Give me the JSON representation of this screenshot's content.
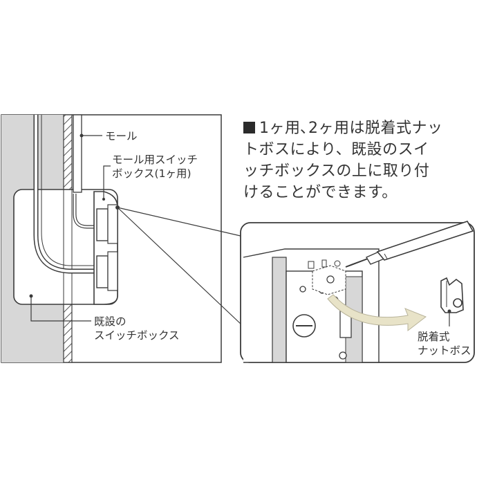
{
  "labels": {
    "mall": "モール",
    "mall_box_line1": "モール用スイッチ",
    "mall_box_line2": "ボックス(1ヶ用)",
    "existing_line1": "既設の",
    "existing_line2": "スイッチボックス",
    "nut_line1": "脱着式",
    "nut_line2": "ナットボス"
  },
  "description": {
    "line1": "1ヶ用､2ヶ用は脱着式ナッ",
    "line2": "トボスにより、既設のスイ",
    "line3": "ッチボックスの上に取り付",
    "line4": "けることができます。"
  },
  "colors": {
    "wall": "#d7d7d7",
    "line": "#3a3a3a",
    "arrow": "#e8e3c8"
  }
}
